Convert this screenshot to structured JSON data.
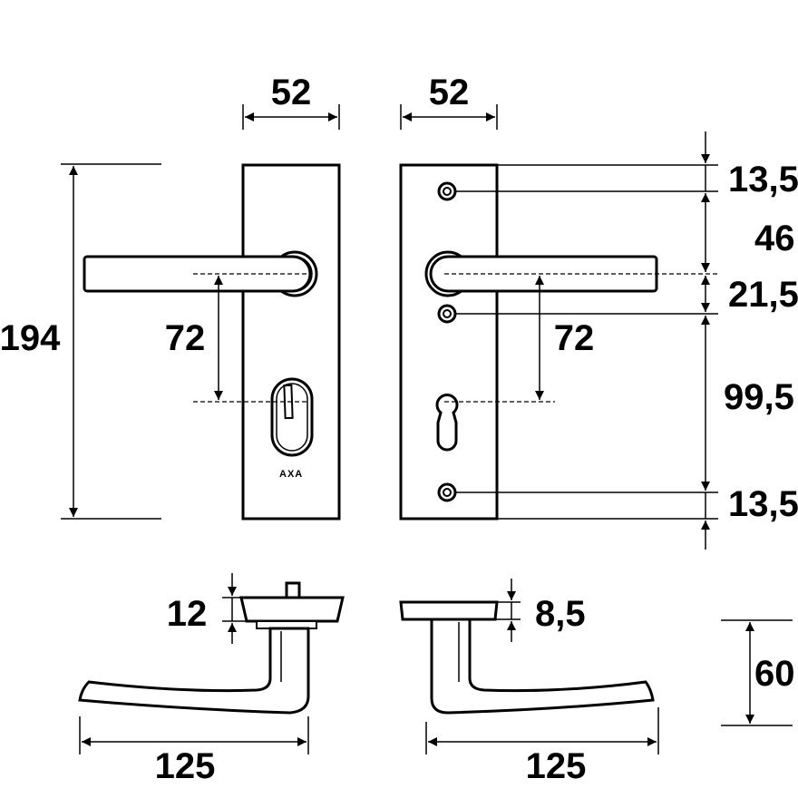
{
  "dimensions": {
    "front_width_left": "52",
    "front_width_right": "52",
    "height_total": "194",
    "handle_to_cylinder_left": "72",
    "handle_to_cylinder_right": "72",
    "top_to_screw": "13,5",
    "screw_to_handle": "46",
    "handle_to_screw": "21,5",
    "screw_to_screw": "99,5",
    "bottom_screw": "13,5",
    "rose_depth_left": "12",
    "rose_depth_right": "8,5",
    "handle_projection": "60",
    "handle_length_left": "125",
    "handle_length_right": "125"
  },
  "brand_label": "AXA"
}
